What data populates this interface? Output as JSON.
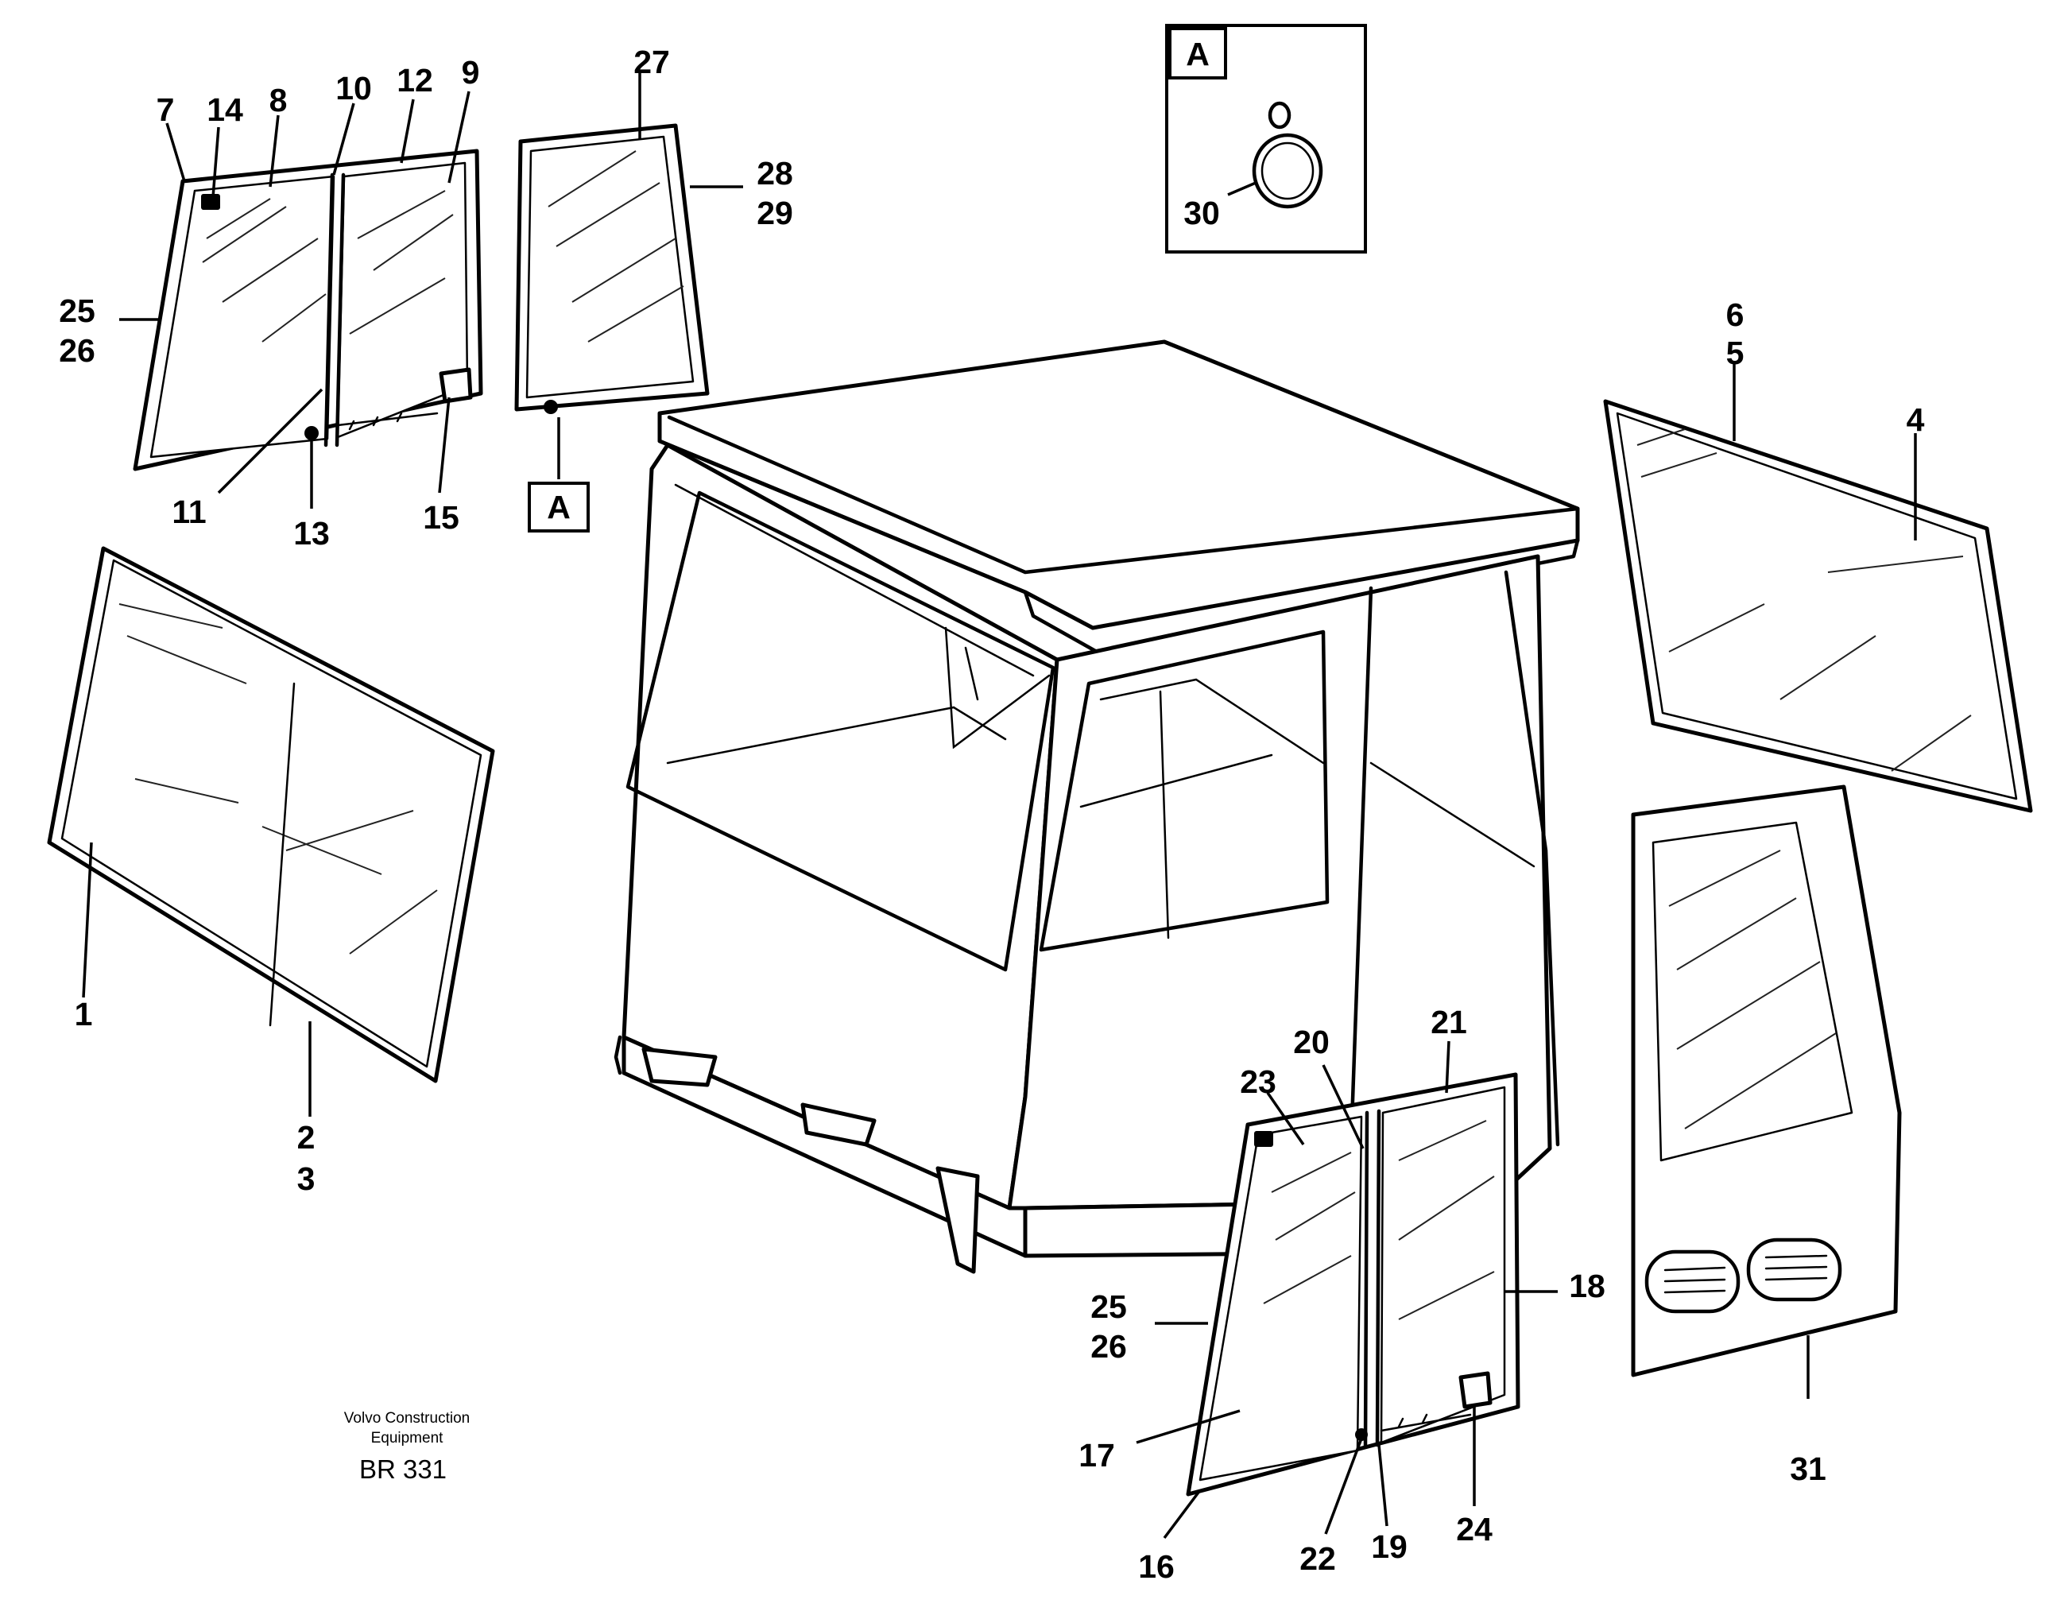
{
  "detail": {
    "label": "A",
    "ref_label": "A"
  },
  "callouts": {
    "c1": "1",
    "c2": "2",
    "c3": "3",
    "c4": "4",
    "c5": "5",
    "c6": "6",
    "c7": "7",
    "c8": "8",
    "c9": "9",
    "c10": "10",
    "c11": "11",
    "c12": "12",
    "c13": "13",
    "c14": "14",
    "c15": "15",
    "c16": "16",
    "c17": "17",
    "c18": "18",
    "c19": "19",
    "c20": "20",
    "c21": "21",
    "c22": "22",
    "c23": "23",
    "c24": "24",
    "c25a": "25",
    "c26a": "26",
    "c25b": "25",
    "c26b": "26",
    "c27": "27",
    "c28": "28",
    "c29": "29",
    "c30": "30",
    "c31": "31"
  },
  "credit": {
    "line1": "Volvo Construction",
    "line2": "Equipment",
    "code": "BR 331"
  }
}
